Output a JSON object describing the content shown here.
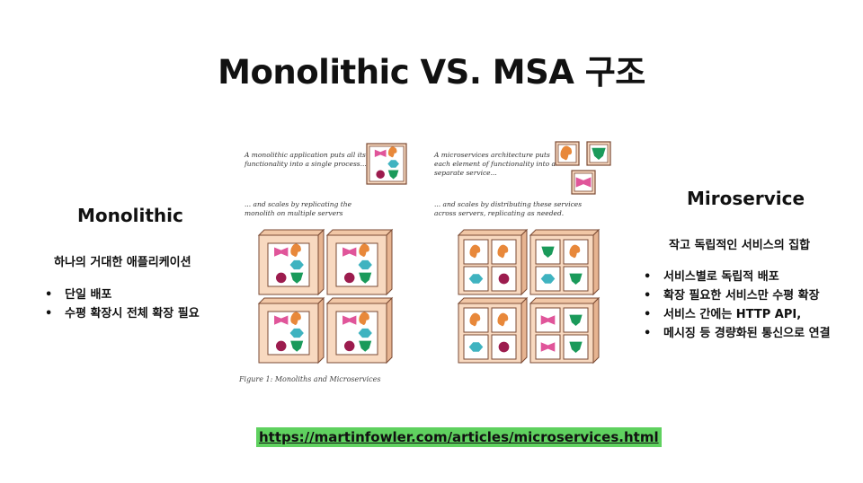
{
  "title": "Monolithic VS. MSA 구조",
  "left": {
    "heading": "Monolithic",
    "subtitle": "하나의 거대한 애플리케이션",
    "bullets": [
      "단일 배포",
      "수평 확장시 전체 확장 필요"
    ]
  },
  "right": {
    "heading": "Miroservice",
    "subtitle": "작고 독립적인 서비스의 집합",
    "bullets": [
      "서비스별로 독립적 배포",
      "확장 필요한 서비스만 수평 확장",
      "서비스 간에는 HTTP API,",
      "메시징 등 경량화된 통신으로 연결"
    ]
  },
  "figure": {
    "mono_caption_1": [
      "A monolithic application puts all its",
      "functionality into a single process..."
    ],
    "mono_caption_2": [
      "... and scales by replicating the",
      "monolith on multiple servers"
    ],
    "micro_caption_1": [
      "A microservices architecture puts",
      "each element of functionality into a",
      "separate service..."
    ],
    "micro_caption_2": [
      "... and scales by distributing these services",
      "across servers, replicating as needed."
    ],
    "figure_caption": "Figure 1: Monoliths and Microservices"
  },
  "link": "https://martinfowler.com/articles/microservices.html",
  "colors": {
    "box_fill": "#f8d9c0",
    "box_border": "#7a4a34",
    "orange": "#e8883a",
    "pink": "#e0559a",
    "teal": "#3fb3c0",
    "maroon": "#9c1c4e",
    "green": "#1a9a5a",
    "link_bg": "#5fd15f"
  }
}
